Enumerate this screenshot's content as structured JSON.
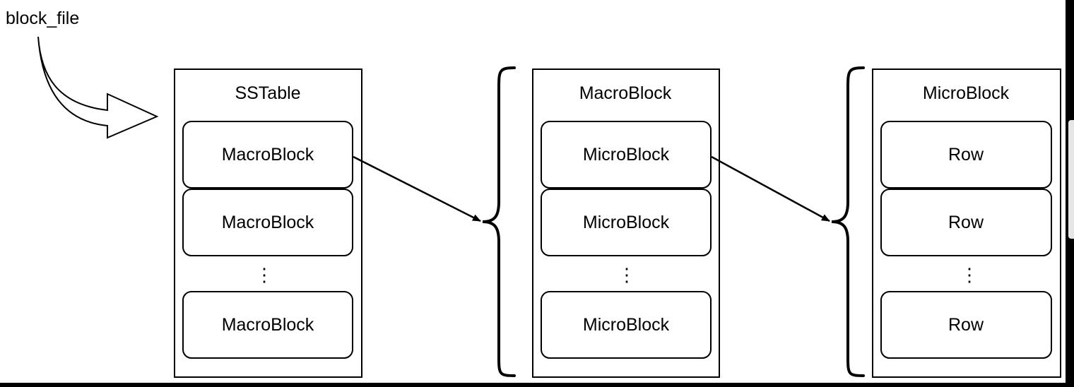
{
  "label": "block_file",
  "dots": "⋮",
  "columns": [
    {
      "title": "SSTable",
      "items": [
        "MacroBlock",
        "MacroBlock",
        "MacroBlock"
      ]
    },
    {
      "title": "MacroBlock",
      "items": [
        "MicroBlock",
        "MicroBlock",
        "MicroBlock"
      ]
    },
    {
      "title": "MicroBlock",
      "items": [
        "Row",
        "Row",
        "Row"
      ]
    }
  ],
  "colors": {
    "stroke": "#000000",
    "background": "#ffffff",
    "frame": "#000000"
  }
}
